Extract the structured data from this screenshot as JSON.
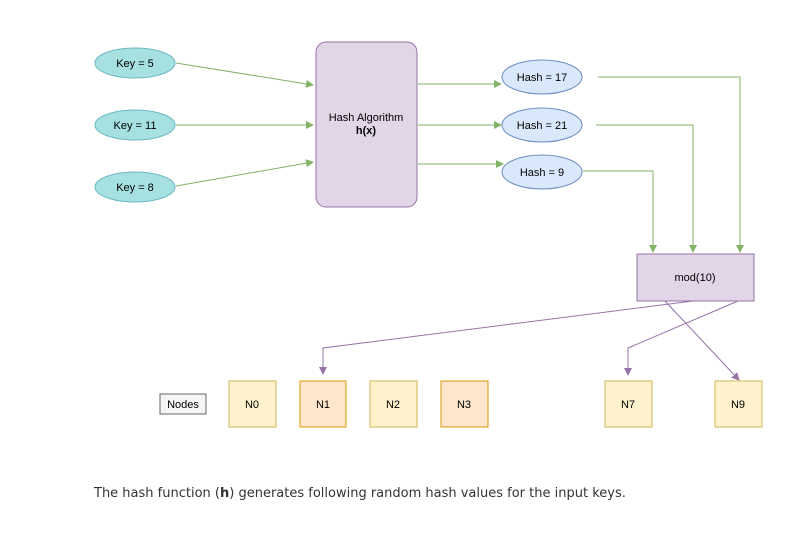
{
  "colors": {
    "key_fill": "#a6e0e0",
    "key_stroke": "#6cb8c4",
    "hash_fill": "#dae8fc",
    "hash_stroke": "#6c8ebf",
    "algo_fill": "#e1d5e7",
    "algo_stroke": "#9673a6",
    "node_fill": "#fff2cc",
    "node_fill_active": "#ffe6cc",
    "node_stroke": "#d6b656",
    "node_stroke_active": "#d79b00",
    "green_edge": "#82b366",
    "purple_edge": "#9673a6"
  },
  "keys": [
    {
      "label": "Key = 5"
    },
    {
      "label": "Key = 11"
    },
    {
      "label": "Key = 8"
    }
  ],
  "algorithm": {
    "title": "Hash Algorithm",
    "function": "h(x)"
  },
  "hashes": [
    {
      "label": "Hash = 17"
    },
    {
      "label": "Hash = 21"
    },
    {
      "label": "Hash = 9"
    }
  ],
  "mod": {
    "label": "mod(10)"
  },
  "nodes_legend": {
    "label": "Nodes"
  },
  "nodes": [
    {
      "label": "N0",
      "active": false
    },
    {
      "label": "N1",
      "active": true
    },
    {
      "label": "N2",
      "active": false
    },
    {
      "label": "N3",
      "active": true
    },
    {
      "label": "N7",
      "active": false
    },
    {
      "label": "N9",
      "active": false
    }
  ],
  "caption": {
    "before": "The hash function (",
    "bold": "h",
    "after": ") generates following random hash values for the input keys."
  }
}
